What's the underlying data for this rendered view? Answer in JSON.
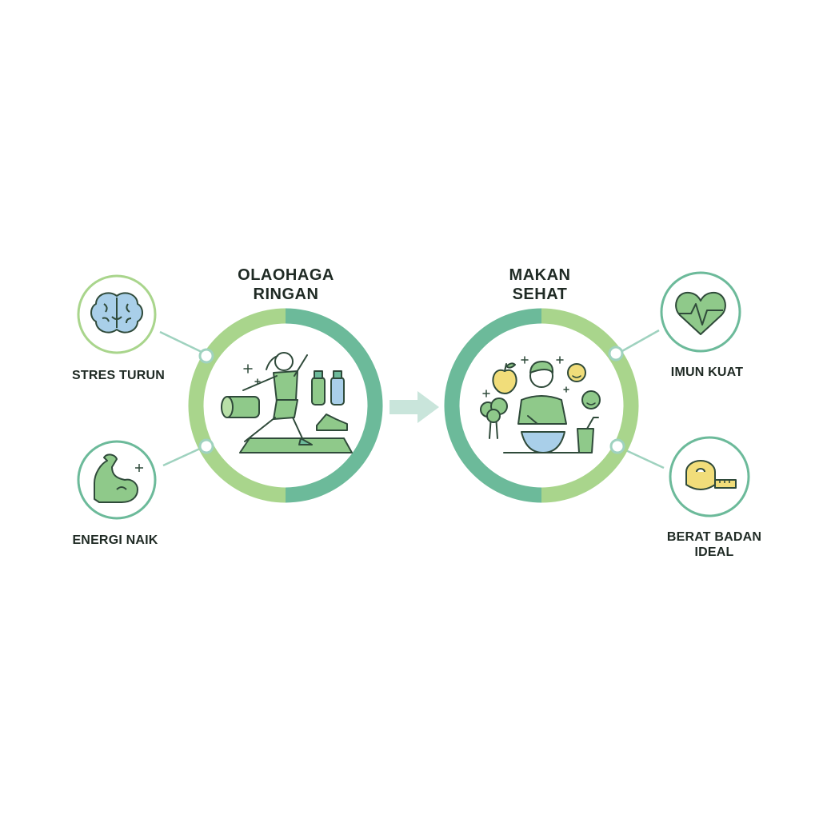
{
  "colors": {
    "green_light": "#a9d58c",
    "teal": "#6cba9a",
    "fill_green": "#8fc98a",
    "fill_blue": "#a9cfe9",
    "ink": "#2f4a3a",
    "yellow": "#f1dd7a",
    "arrow": "#c9e5db"
  },
  "left_hub": {
    "title_line1": "OLAOHAGA",
    "title_line2": "RINGAN",
    "illustration": "exercise-woman-yoga-mat-bottles-shoe"
  },
  "right_hub": {
    "title_line1": "MAKAN",
    "title_line2": "SEHAT",
    "illustration": "man-eating-salad-fruits-vegetables-juice"
  },
  "benefits": {
    "stress": {
      "label": "STRES TURUN",
      "icon": "brain-icon"
    },
    "energy": {
      "label": "ENERGI NAIK",
      "icon": "flexed-arm-icon"
    },
    "immune": {
      "label": "IMUN KUAT",
      "icon": "heart-pulse-icon"
    },
    "weight": {
      "label_line1": "BERAT BADAN",
      "label_line2": "IDEAL",
      "icon": "measuring-tape-icon"
    }
  }
}
